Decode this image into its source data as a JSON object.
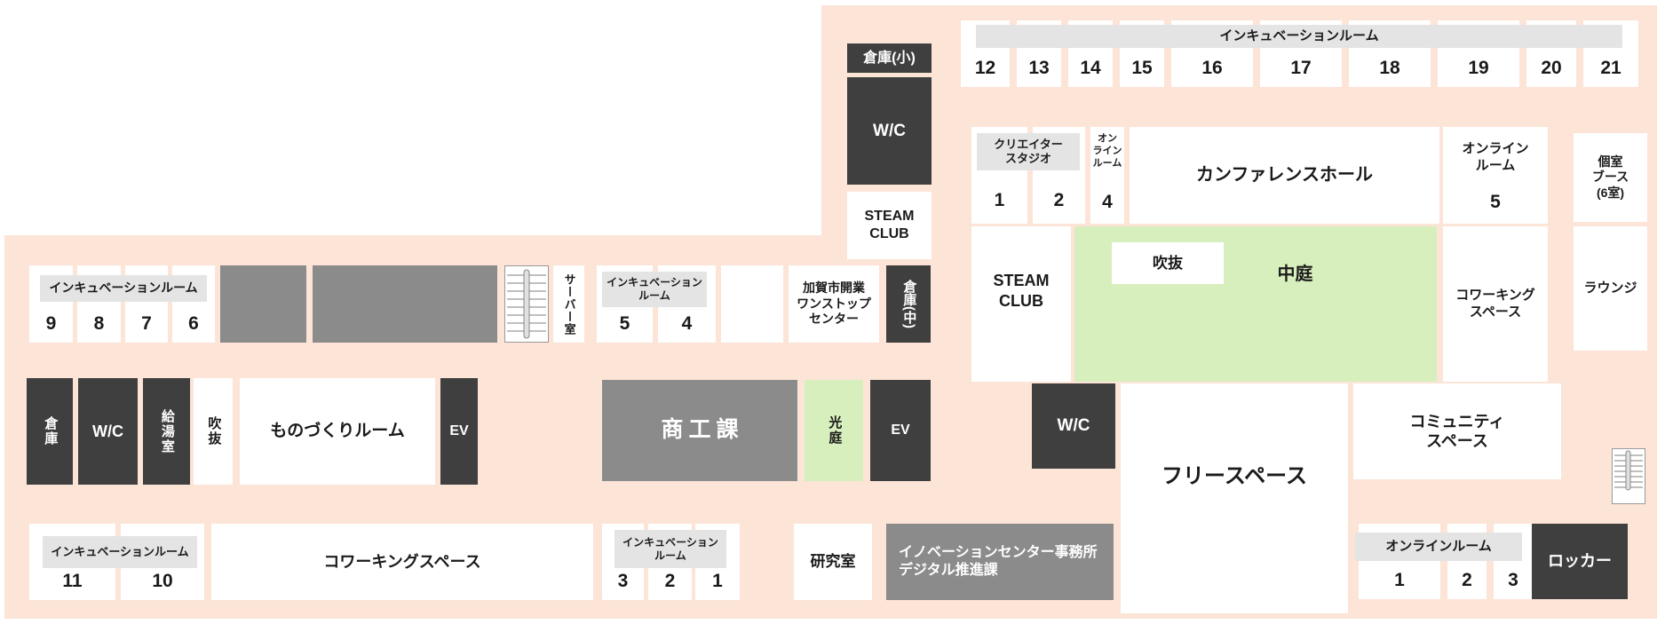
{
  "colors": {
    "background_pink": "#fce4d6",
    "room_dark_gray": "#3f3f3f",
    "room_medium_gray": "#8b8b8b",
    "banner_light_gray": "#e4e4e4",
    "garden_green": "#d7eebd",
    "room_white": "#ffffff"
  },
  "rooms": {
    "storage_small": "倉庫(小)",
    "wc_north": "W/C",
    "steam_club_north": "STEAM\nCLUB",
    "server_room": "サーバー室",
    "vacant": "",
    "kaga_onestop": "加賀市開業\nワンストップ\nセンター",
    "storage_mid": "倉庫(中)",
    "storage_west": "倉庫",
    "wc_west": "W/C",
    "kitchenette": "給湯室",
    "void_west": "吹抜",
    "monozukuri": "ものづくりルーム",
    "elevator_west": "EV",
    "shoko_division": "商工課",
    "light_court": "光庭",
    "elevator_east": "EV",
    "conference_hall": "カンファレンスホール",
    "online_room_4_label": "オン\nライン\nルーム",
    "online_room_4_num": "4",
    "online_room_5_label": "オンライン\nルーム",
    "online_room_5_num": "5",
    "private_booth": "個室\nブース\n(6室)",
    "lounge": "ラウンジ",
    "steam_club": "STEAM\nCLUB",
    "courtyard": "中庭",
    "atrium_void": "吹抜",
    "coworking_east": "コワーキング\nスペース",
    "wc_east": "W/C",
    "free_space": "フリースペース",
    "community_space": "コミュニティ\nスペース",
    "locker": "ロッカー",
    "lab": "研究室",
    "innovation_office": "イノベーションセンター事務所\nデジタル推進課",
    "coworking_south": "コワーキングスペース"
  },
  "groups": {
    "incubation_north": {
      "label": "インキュベーションルーム",
      "cells": [
        "12",
        "13",
        "14",
        "15",
        "16",
        "17",
        "18",
        "19",
        "20",
        "21"
      ]
    },
    "creator_studio": {
      "label": "クリエイター\nスタジオ",
      "cells": [
        "1",
        "2"
      ]
    },
    "incubation_west": {
      "label": "インキュベーションルーム",
      "cells": [
        "9",
        "8",
        "7",
        "6"
      ]
    },
    "incubation_mid": {
      "label": "インキュベーション\nルーム",
      "cells": [
        "5",
        "4"
      ]
    },
    "incubation_south_west": {
      "label": "インキュベーションルーム",
      "cells": [
        "11",
        "10"
      ]
    },
    "incubation_south": {
      "label": "インキュベーション\nルーム",
      "cells": [
        "3",
        "2",
        "1"
      ]
    },
    "online_south": {
      "label": "オンラインルーム",
      "cells": [
        "1",
        "2",
        "3"
      ]
    }
  }
}
